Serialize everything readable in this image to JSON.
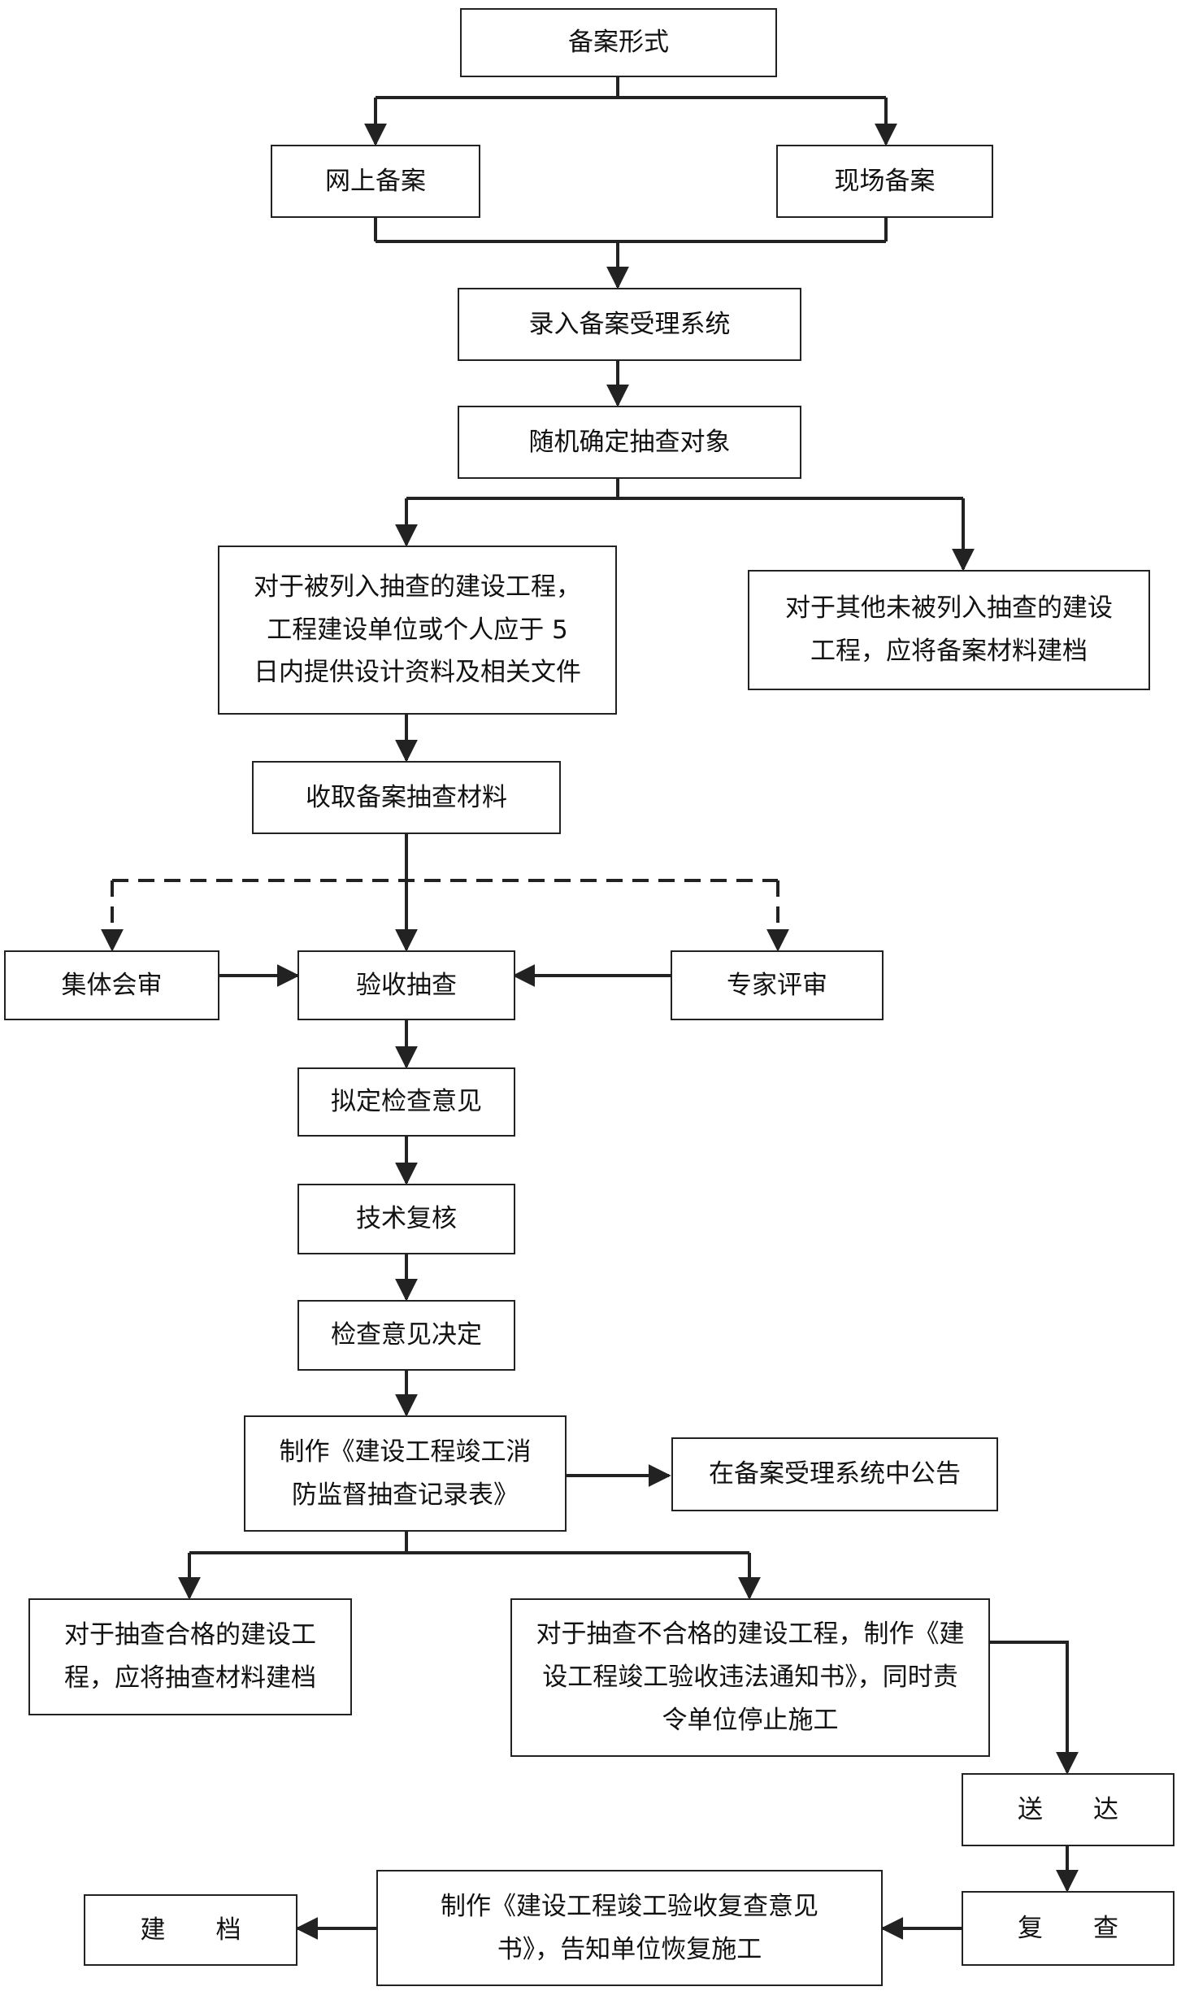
{
  "nodes": {
    "form": "备案形式",
    "online": "网上备案",
    "onsite": "现场备案",
    "entry": "录入备案受理系统",
    "random": "随机确定抽查对象",
    "selected": "对于被列入抽查的建设工程，工程建设单位或个人应于 5 日内提供设计资料及相关文件",
    "unselected": "对于其他未被列入抽查的建设工程，应将备案材料建档",
    "collect": "收取备案抽查材料",
    "collective": "集体会审",
    "acceptance": "验收抽查",
    "expert": "专家评审",
    "draft": "拟定检查意见",
    "tech": "技术复核",
    "decision": "检查意见决定",
    "record": "制作《建设工程竣工消防监督抽查记录表》",
    "publish": "在备案受理系统中公告",
    "qualified": "对于抽查合格的建设工程，应将抽查材料建档",
    "unqualified": "对于抽查不合格的建设工程，制作《建设工程竣工验收违法通知书》，同时责令单位停止施工",
    "deliver": "送　　达",
    "recheck": "复　　查",
    "review": "制作《建设工程竣工验收复查意见书》，告知单位恢复施工",
    "archive": "建　　档"
  }
}
